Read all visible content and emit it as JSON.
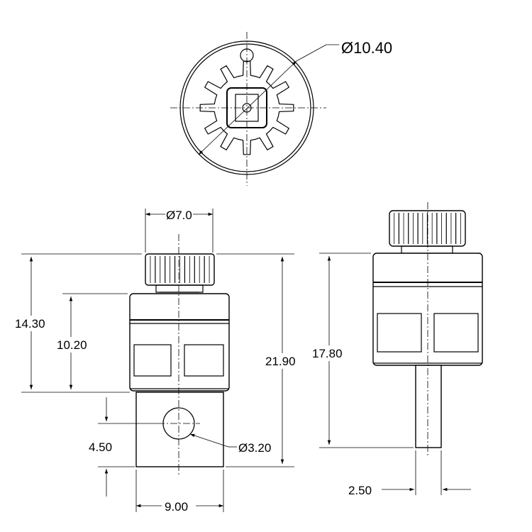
{
  "dimensions": {
    "gear_diameter": "Ø10.40",
    "knob_diameter": "Ø7.0",
    "height_body": "14.30",
    "height_upper": "10.20",
    "height_total": "21.90",
    "port_offset": "4.50",
    "port_diameter": "Ø3.20",
    "width_base": "9.00",
    "side_height": "17.80",
    "shaft_width": "2.50"
  }
}
